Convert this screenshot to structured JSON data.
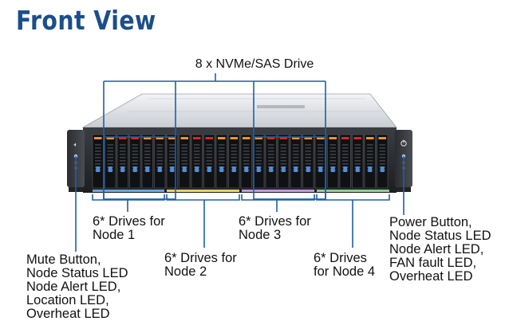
{
  "title": "Front View",
  "labels": {
    "drive_header": "8 x NVMe/SAS Drive",
    "node1": "6* Drives for\nNode 1",
    "node2": "6* Drives for\nNode 2",
    "node3": "6* Drives for\nNode 3",
    "node4": "6* Drives\nfor Node 4",
    "left_panel": "Mute Button,\nNode Status LED\nNode Alert LED,\nLocation LED,\nOverheat LED",
    "right_panel": "Power Button,\nNode Status LED\nNode Alert LED,\nFAN fault LED,\nOverheat LED"
  },
  "colors": {
    "title": "#1b4f8a",
    "callout": "#1d5fa8",
    "node1_strip": "#6fa8dc",
    "node2_strip": "#e6d36a",
    "node3_strip": "#c59be0",
    "node4_strip": "#8fd18f",
    "led_red": "#d9262c",
    "led_orange": "#f0922d"
  },
  "drive_groups": [
    {
      "name": "node1",
      "count": 6
    },
    {
      "name": "node2",
      "count": 6
    },
    {
      "name": "node3",
      "count": 6
    },
    {
      "name": "node4",
      "count": 6
    }
  ],
  "icons": {
    "left_ear": "mute-icon",
    "right_ear": "power-icon"
  }
}
